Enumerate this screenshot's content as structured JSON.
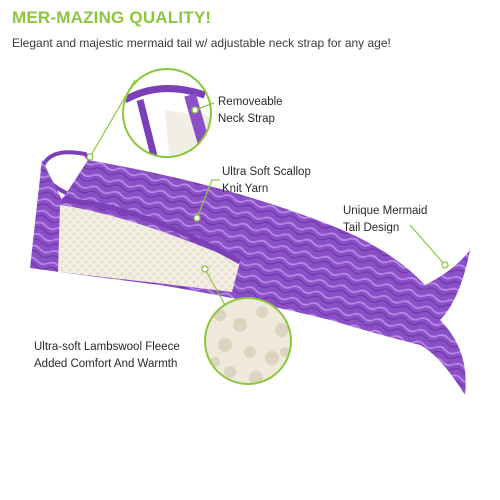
{
  "header": {
    "title": "MER-MAZING QUALITY!",
    "subtitle": "Elegant and majestic mermaid tail w/ adjustable neck strap for any age!"
  },
  "callouts": {
    "neck_strap": {
      "line1": "Removeable",
      "line2": "Neck Strap"
    },
    "yarn": {
      "line1": "Ultra Soft Scallop",
      "line2": "Knit Yarn"
    },
    "tail": {
      "line1": "Unique Mermaid",
      "line2": "Tail Design"
    },
    "fleece": {
      "line1": "Ultra-soft Lambswool Fleece",
      "line2": "Added Comfort And Warmth"
    }
  },
  "colors": {
    "title_green": "#8cc63f",
    "accent_green": "#8cc63f",
    "knit_purple": "#8b4fc8",
    "knit_light": "#b98ae6",
    "fleece": "#f1ede3"
  }
}
